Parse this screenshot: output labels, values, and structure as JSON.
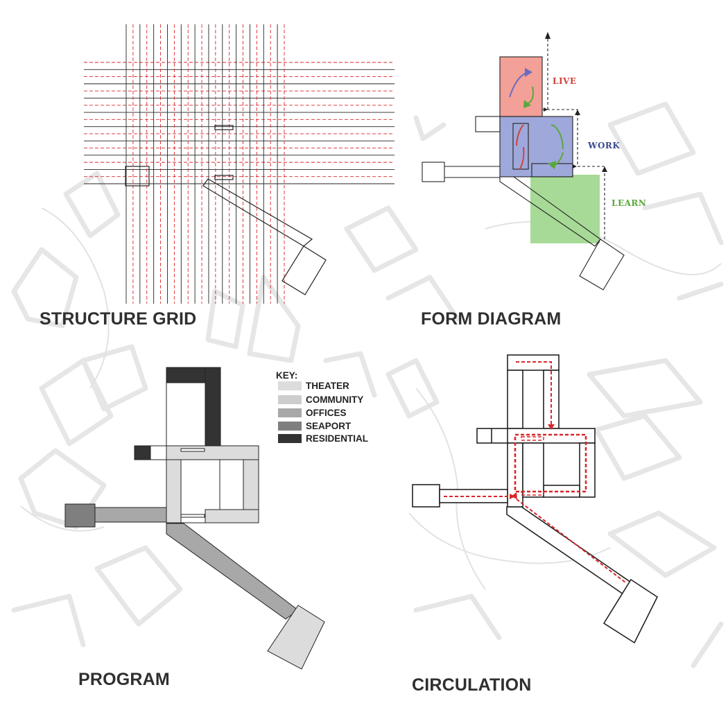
{
  "panels": {
    "structure_grid": {
      "label": "STRUCTURE GRID"
    },
    "form_diagram": {
      "label": "FORM DIAGRAM",
      "zones": [
        {
          "name": "LIVE",
          "color": "#d2403a"
        },
        {
          "name": "WORK",
          "color": "#3a4a8c"
        },
        {
          "name": "LEARN",
          "color": "#5aa83c"
        }
      ],
      "fills": {
        "live": "#f2a098",
        "work": "#9ea8da",
        "learn": "#a6da96"
      }
    },
    "program": {
      "label": "PROGRAM",
      "key_title": "KEY:",
      "key": [
        {
          "name": "THEATER",
          "color": "#dcdcdc"
        },
        {
          "name": "COMMUNITY",
          "color": "#cdcdcd"
        },
        {
          "name": "OFFICES",
          "color": "#a8a8a8"
        },
        {
          "name": "SEAPORT",
          "color": "#7f7f7f"
        },
        {
          "name": "RESIDENTIAL",
          "color": "#333333"
        }
      ]
    },
    "circulation": {
      "label": "CIRCULATION",
      "path_color": "#d9262a"
    }
  }
}
